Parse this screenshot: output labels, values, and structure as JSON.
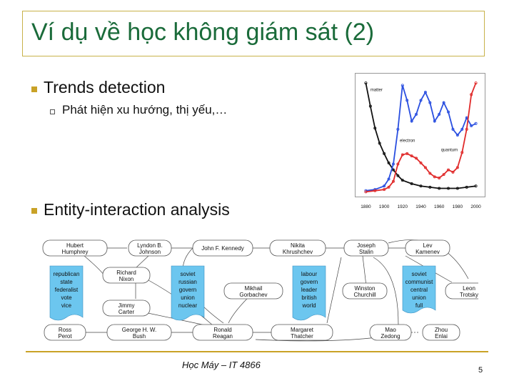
{
  "slide": {
    "title": "Ví dụ về học không giám sát (2)",
    "bullets": [
      {
        "text": "Trends detection",
        "sub": [
          "Phát hiện xu hướng, thị yếu,…"
        ]
      },
      {
        "text": "Entity-interaction analysis"
      }
    ],
    "footer": "Học Máy – IT 4866",
    "page_number": "5"
  },
  "chart_data": {
    "type": "line",
    "x_ticks": [
      "1880",
      "1900",
      "1920",
      "1940",
      "1960",
      "1980",
      "2000"
    ],
    "xlim": [
      1875,
      2005
    ],
    "ylim": [
      0,
      1
    ],
    "series": [
      {
        "name": "matter",
        "color": "#111111",
        "points": [
          [
            1880,
            0.95
          ],
          [
            1885,
            0.75
          ],
          [
            1890,
            0.56
          ],
          [
            1895,
            0.43
          ],
          [
            1900,
            0.34
          ],
          [
            1905,
            0.26
          ],
          [
            1910,
            0.2
          ],
          [
            1915,
            0.15
          ],
          [
            1920,
            0.11
          ],
          [
            1930,
            0.08
          ],
          [
            1940,
            0.06
          ],
          [
            1950,
            0.05
          ],
          [
            1960,
            0.04
          ],
          [
            1970,
            0.04
          ],
          [
            1980,
            0.04
          ],
          [
            1990,
            0.05
          ],
          [
            2000,
            0.06
          ]
        ]
      },
      {
        "name": "electron",
        "color": "#2a4fe0",
        "points": [
          [
            1880,
            0.02
          ],
          [
            1890,
            0.03
          ],
          [
            1900,
            0.06
          ],
          [
            1905,
            0.12
          ],
          [
            1910,
            0.25
          ],
          [
            1915,
            0.55
          ],
          [
            1920,
            0.93
          ],
          [
            1925,
            0.8
          ],
          [
            1930,
            0.62
          ],
          [
            1935,
            0.68
          ],
          [
            1940,
            0.8
          ],
          [
            1945,
            0.87
          ],
          [
            1950,
            0.78
          ],
          [
            1955,
            0.62
          ],
          [
            1960,
            0.68
          ],
          [
            1965,
            0.78
          ],
          [
            1970,
            0.7
          ],
          [
            1975,
            0.55
          ],
          [
            1980,
            0.5
          ],
          [
            1985,
            0.55
          ],
          [
            1990,
            0.65
          ],
          [
            1995,
            0.58
          ],
          [
            2000,
            0.6
          ]
        ]
      },
      {
        "name": "quantum",
        "color": "#e02a2a",
        "points": [
          [
            1880,
            0.01
          ],
          [
            1890,
            0.02
          ],
          [
            1900,
            0.03
          ],
          [
            1905,
            0.05
          ],
          [
            1910,
            0.1
          ],
          [
            1915,
            0.25
          ],
          [
            1920,
            0.33
          ],
          [
            1925,
            0.34
          ],
          [
            1930,
            0.32
          ],
          [
            1935,
            0.3
          ],
          [
            1940,
            0.26
          ],
          [
            1945,
            0.22
          ],
          [
            1950,
            0.17
          ],
          [
            1955,
            0.14
          ],
          [
            1960,
            0.13
          ],
          [
            1965,
            0.16
          ],
          [
            1970,
            0.2
          ],
          [
            1975,
            0.18
          ],
          [
            1980,
            0.22
          ],
          [
            1985,
            0.35
          ],
          [
            1990,
            0.55
          ],
          [
            1995,
            0.85
          ],
          [
            2000,
            0.95
          ]
        ]
      }
    ]
  },
  "graph": {
    "nodes": [
      {
        "id": "hubert",
        "label": [
          "Hubert",
          "Humphrey"
        ]
      },
      {
        "id": "lyndon",
        "label": [
          "Lyndon B.",
          "Johnson"
        ]
      },
      {
        "id": "jfk",
        "label": [
          "John F. Kennedy"
        ]
      },
      {
        "id": "nikita",
        "label": [
          "Nikita",
          "Khrushchev"
        ]
      },
      {
        "id": "joseph",
        "label": [
          "Joseph",
          "Stalin"
        ]
      },
      {
        "id": "lev",
        "label": [
          "Lev",
          "Kamenev"
        ]
      },
      {
        "id": "richard",
        "label": [
          "Richard",
          "Nixon"
        ]
      },
      {
        "id": "jimmy",
        "label": [
          "Jimmy",
          "Carter"
        ]
      },
      {
        "id": "mikhail",
        "label": [
          "Mikhail",
          "Gorbachev"
        ]
      },
      {
        "id": "winston",
        "label": [
          "Winston",
          "Churchill"
        ]
      },
      {
        "id": "leon",
        "label": [
          "Leon",
          "Trotsky"
        ]
      },
      {
        "id": "ross",
        "label": [
          "Ross",
          "Perot"
        ]
      },
      {
        "id": "george",
        "label": [
          "George H. W.",
          "Bush"
        ]
      },
      {
        "id": "ronald",
        "label": [
          "Ronald",
          "Reagan"
        ]
      },
      {
        "id": "margaret",
        "label": [
          "Margaret",
          "Thatcher"
        ]
      },
      {
        "id": "mao",
        "label": [
          "Mao",
          "Zedong"
        ]
      },
      {
        "id": "zhou",
        "label": [
          "Zhou",
          "Enlai"
        ]
      }
    ],
    "notes": [
      {
        "id": "note1",
        "label": [
          "republican",
          "state",
          "federalist",
          "vote",
          "vice"
        ]
      },
      {
        "id": "note2",
        "label": [
          "soviet",
          "russian",
          "govern",
          "union",
          "nuclear"
        ]
      },
      {
        "id": "note3",
        "label": [
          "labour",
          "govern",
          "leader",
          "british",
          "world"
        ]
      },
      {
        "id": "note4",
        "label": [
          "soviet",
          "communist",
          "central",
          "union",
          "full"
        ]
      }
    ]
  }
}
